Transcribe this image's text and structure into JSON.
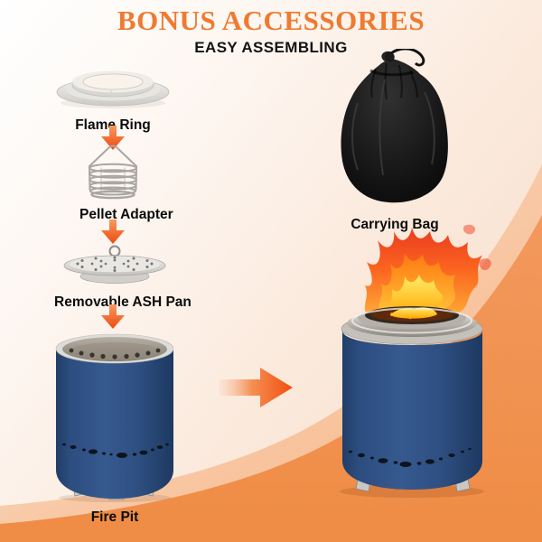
{
  "header": {
    "title": "BONUS ACCESSORIES",
    "subtitle": "EASY ASSEMBLING"
  },
  "parts": {
    "flame_ring": {
      "label": "Flame Ring"
    },
    "pellet_adapter": {
      "label": "Pellet Adapter"
    },
    "ash_pan": {
      "label": "Removable ASH Pan"
    },
    "fire_pit": {
      "label": "Fire Pit"
    },
    "carrying_bag": {
      "label": "Carrying Bag"
    },
    "assembled_fire_pit": {
      "label": ""
    }
  },
  "icons": {
    "down_arrow": "down-arrow",
    "right_arrow": "right-arrow"
  },
  "colors": {
    "title_orange": "#ee7b31",
    "label_text": "#0b0b0b",
    "arrow_orange": "#f05512",
    "band_light": "#f8c7a2",
    "band_orange": "#f0914f",
    "fire_pit_blue": "#2e4d7e",
    "steel_silver": "#d9d6d1",
    "bag_black": "#141414",
    "flame_red": "#ef3b17",
    "flame_yellow": "#ffd84a"
  }
}
